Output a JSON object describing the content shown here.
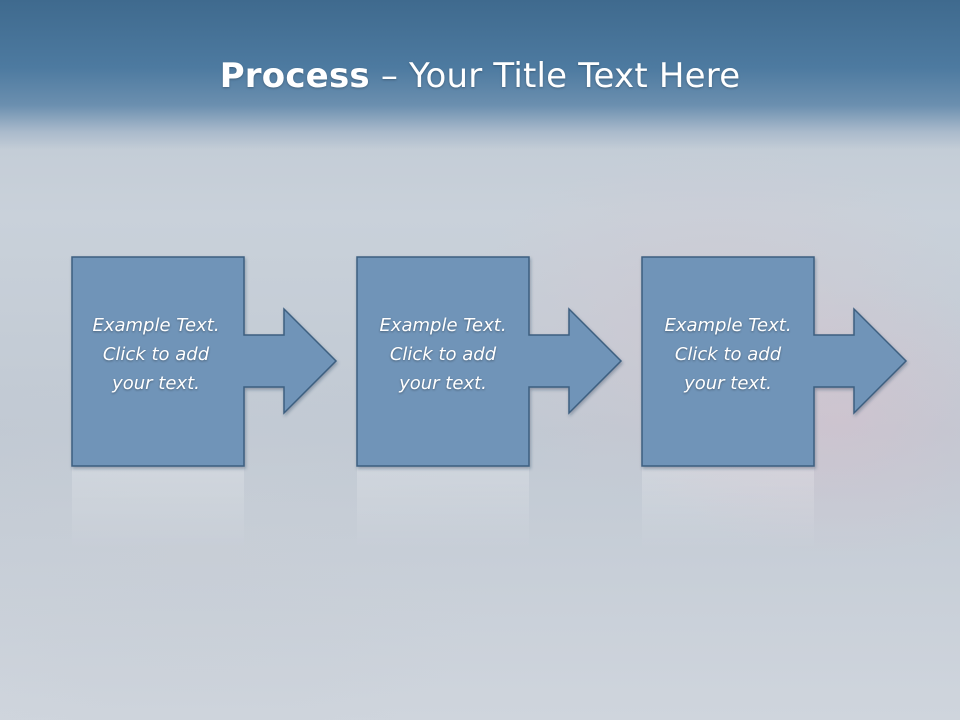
{
  "title": {
    "strong": "Process",
    "rest": " – Your Title Text Here"
  },
  "steps": [
    {
      "text": "Example Text.\nClick  to add\nyour text."
    },
    {
      "text": "Example Text.\nClick  to add\nyour text."
    },
    {
      "text": "Example Text.\nClick  to add\nyour text."
    }
  ],
  "colors": {
    "shape_fill": "#6f94b8",
    "shape_stroke": "#3d5f80",
    "title_bar": "#4d7aa0",
    "text": "#ffffff"
  }
}
